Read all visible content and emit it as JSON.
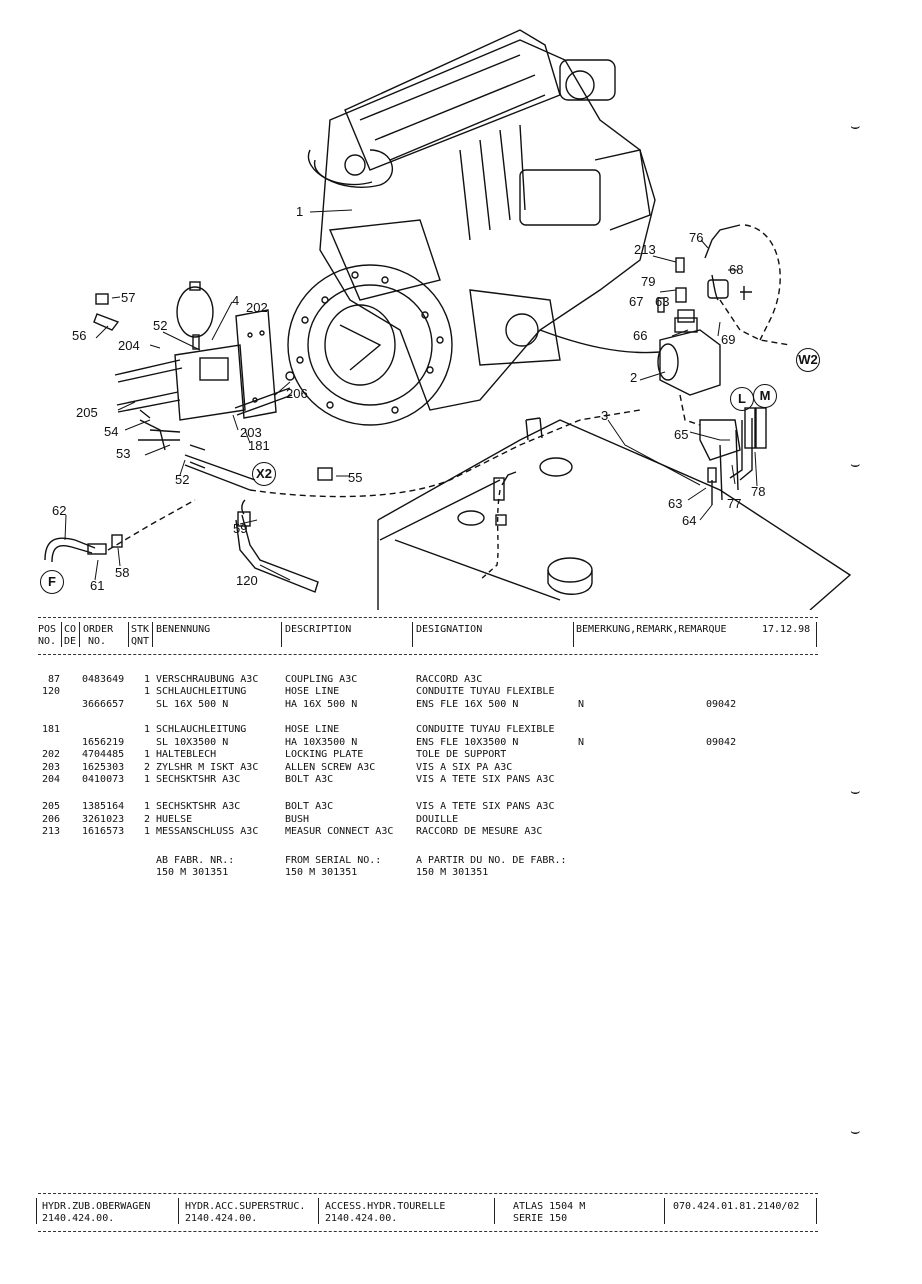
{
  "diagram": {
    "callouts": [
      "1",
      "2",
      "3",
      "4",
      "52",
      "52",
      "53",
      "54",
      "55",
      "56",
      "57",
      "58",
      "59",
      "61",
      "62",
      "63",
      "63",
      "64",
      "65",
      "66",
      "67",
      "68",
      "69",
      "76",
      "77",
      "78",
      "79",
      "120",
      "181",
      "202",
      "203",
      "204",
      "205",
      "206",
      "213"
    ],
    "circled": [
      "X2",
      "W2",
      "L",
      "M",
      "F"
    ]
  },
  "table": {
    "header": {
      "pos": "POS",
      "pos_no": "NO.",
      "co": "CO",
      "co_de": "DE",
      "order": "ORDER",
      "order_no": "NO.",
      "stk": "STK",
      "qnt": "QNT",
      "benennung": "BENENNUNG",
      "description": "DESCRIPTION",
      "designation": "DESIGNATION",
      "bemerkung": "BEMERKUNG,REMARK,REMARQUE",
      "date": "17.12.98"
    },
    "rows": [
      {
        "pos": "87",
        "order": "0483649",
        "qty": "1",
        "ben": "VERSCHRAUBUNG A3C",
        "desc": "COUPLING A3C",
        "desig": "RACCORD A3C",
        "remark": "",
        "code": ""
      },
      {
        "pos": "120",
        "order": "",
        "qty": "1",
        "ben": "SCHLAUCHLEITUNG",
        "desc": "HOSE LINE",
        "desig": "CONDUITE TUYAU FLEXIBLE",
        "remark": "",
        "code": ""
      },
      {
        "pos": "",
        "order": "3666657",
        "qty": "",
        "ben": "SL 16X 500 N",
        "desc": "HA 16X 500 N",
        "desig": "ENS FLE 16X 500 N",
        "remark": "N",
        "code": "09042"
      },
      {
        "pos": "181",
        "order": "",
        "qty": "1",
        "ben": "SCHLAUCHLEITUNG",
        "desc": "HOSE LINE",
        "desig": "CONDUITE TUYAU FLEXIBLE",
        "remark": "",
        "code": ""
      },
      {
        "pos": "",
        "order": "1656219",
        "qty": "",
        "ben": "SL 10X3500 N",
        "desc": "HA 10X3500 N",
        "desig": "ENS FLE 10X3500 N",
        "remark": "N",
        "code": "09042"
      },
      {
        "pos": "202",
        "order": "4704485",
        "qty": "1",
        "ben": "HALTEBLECH",
        "desc": "LOCKING PLATE",
        "desig": "TOLE DE SUPPORT",
        "remark": "",
        "code": ""
      },
      {
        "pos": "203",
        "order": "1625303",
        "qty": "2",
        "ben": "ZYLSHR M ISKT A3C",
        "desc": "ALLEN SCREW A3C",
        "desig": "VIS A SIX PA A3C",
        "remark": "",
        "code": ""
      },
      {
        "pos": "204",
        "order": "0410073",
        "qty": "1",
        "ben": "SECHSKTSHR A3C",
        "desc": "BOLT A3C",
        "desig": "VIS A TETE SIX PANS A3C",
        "remark": "",
        "code": ""
      },
      {
        "pos": "205",
        "order": "1385164",
        "qty": "1",
        "ben": "SECHSKTSHR A3C",
        "desc": "BOLT A3C",
        "desig": "VIS A TETE SIX PANS A3C",
        "remark": "",
        "code": ""
      },
      {
        "pos": "206",
        "order": "3261023",
        "qty": "2",
        "ben": "HUELSE",
        "desc": "BUSH",
        "desig": "DOUILLE",
        "remark": "",
        "code": ""
      },
      {
        "pos": "213",
        "order": "1616573",
        "qty": "1",
        "ben": "MESSANSCHLUSS A3C",
        "desc": "MEASUR CONNECT A3C",
        "desig": "RACCORD DE MESURE A3C",
        "remark": "",
        "code": ""
      }
    ],
    "serial": {
      "de1": "AB FABR. NR.:",
      "de2": "150 M 301351",
      "en1": "FROM SERIAL NO.:",
      "en2": "150 M 301351",
      "fr1": "A PARTIR DU NO. DE FABR.:",
      "fr2": "150 M 301351"
    }
  },
  "footer": {
    "c1a": "HYDR.ZUB.OBERWAGEN",
    "c1b": "2140.424.00.",
    "c2a": "HYDR.ACC.SUPERSTRUC.",
    "c2b": "2140.424.00.",
    "c3a": "ACCESS.HYDR.TOURELLE",
    "c3b": "2140.424.00.",
    "c4a": "ATLAS 1504 M",
    "c4b": "SERIE 150",
    "c5a": "070.424.01.81.2140/02"
  }
}
